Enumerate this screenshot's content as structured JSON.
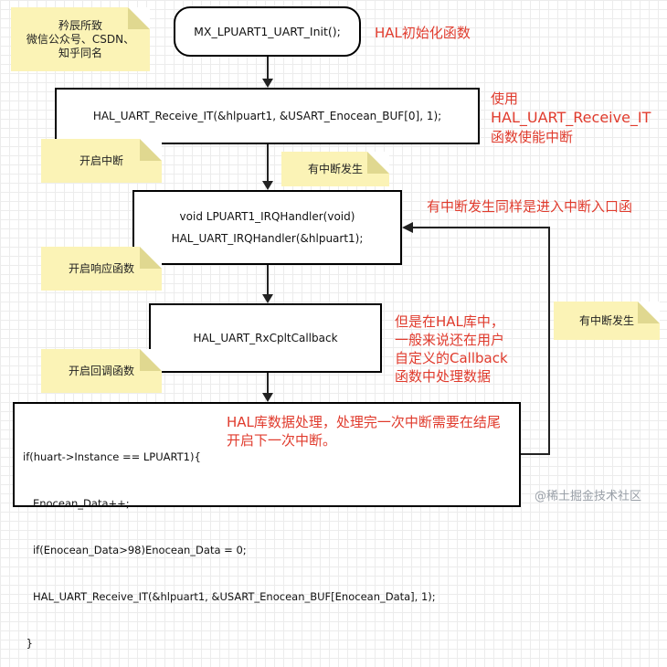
{
  "notes": {
    "top": [
      "矜辰所致",
      "微信公众号、CSDN、",
      "知乎同名"
    ],
    "enable_interrupt": "开启中断",
    "interrupt_occurs_1": "有中断发生",
    "enable_response": "开启响应函数",
    "enable_callback": "开启回调函数",
    "interrupt_occurs_2": "有中断发生"
  },
  "boxes": {
    "init": "MX_LPUART1_UART_Init();",
    "receive": "HAL_UART_Receive_IT(&hlpuart1, &USART_Enocean_BUF[0], 1);",
    "irq_line1": "void LPUART1_IRQHandler(void)",
    "irq_line2": "HAL_UART_IRQHandler(&hlpuart1);",
    "callback": "HAL_UART_RxCpltCallback",
    "code": [
      "if(huart->Instance == LPUART1){",
      "   Enocean_Data++;",
      "   if(Enocean_Data>98)Enocean_Data = 0;",
      "   HAL_UART_Receive_IT(&hlpuart1, &USART_Enocean_BUF[Enocean_Data], 1);",
      " }"
    ]
  },
  "annotations": {
    "init": "HAL初始化函数",
    "receive": [
      "使用",
      "HAL_UART_Receive_IT",
      "函数使能中断"
    ],
    "irq": "有中断发生同样是进入中断入口函",
    "callback": [
      "但是在HAL库中，",
      "一般来说还在用户",
      "自定义的Callback",
      "函数中处理数据"
    ],
    "code": [
      "HAL库数据处理，处理完一次中断需要在结尾",
      "开启下一次中断。"
    ]
  },
  "watermark": "@稀土掘金技术社区"
}
